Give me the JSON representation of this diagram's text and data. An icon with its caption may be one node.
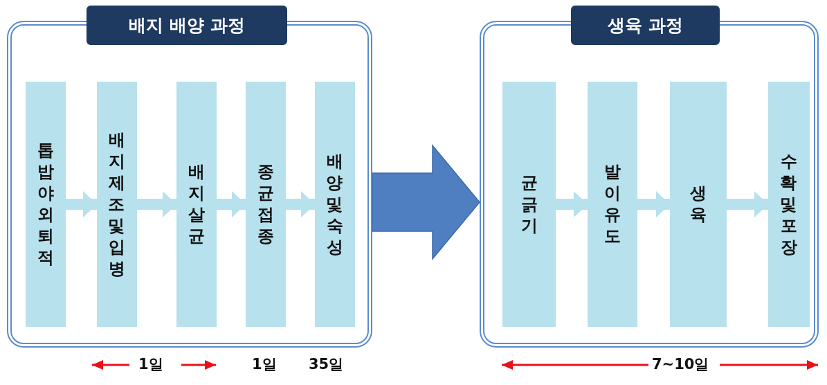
{
  "diagram": {
    "nodes": [
      {
        "text": [
          "배지 배양 과정"
        ]
      },
      {
        "text": [
          "톱밥야외퇴적"
        ],
        "in": 0
      },
      {
        "text": [
          "배지제조 및 입병"
        ],
        "in": 0
      },
      {
        "text": [
          "배지살균"
        ],
        "in": 0
      },
      {
        "text": [
          "종균접종"
        ],
        "in": 0
      },
      {
        "text": [
          "배양 및 숙성"
        ],
        "in": 0
      },
      {
        "text": [
          "생육 과정"
        ]
      },
      {
        "text": [
          "균긁기"
        ],
        "in": 6
      },
      {
        "text": [
          "발이유도"
        ],
        "in": 6
      },
      {
        "text": [
          "생육"
        ],
        "in": 6
      },
      {
        "text": [
          "수확 및 포장"
        ],
        "in": 6
      }
    ],
    "edges": [
      {
        "from": 1,
        "to": 2,
        "arrow": "to"
      },
      {
        "from": 2,
        "to": 3,
        "arrow": "to"
      },
      {
        "from": 3,
        "to": 4,
        "arrow": "to"
      },
      {
        "from": 4,
        "to": 5,
        "arrow": "to"
      },
      {
        "from": 0,
        "to": 6,
        "arrow": "to",
        "style": "thick",
        "color": "#4f7fc0"
      },
      {
        "from": 7,
        "to": 8,
        "arrow": "to"
      },
      {
        "from": 8,
        "to": 9,
        "arrow": "to"
      },
      {
        "from": 9,
        "to": 10,
        "arrow": "to"
      }
    ],
    "labels": [
      "1일",
      "1일",
      "35일",
      "7~10일"
    ]
  }
}
